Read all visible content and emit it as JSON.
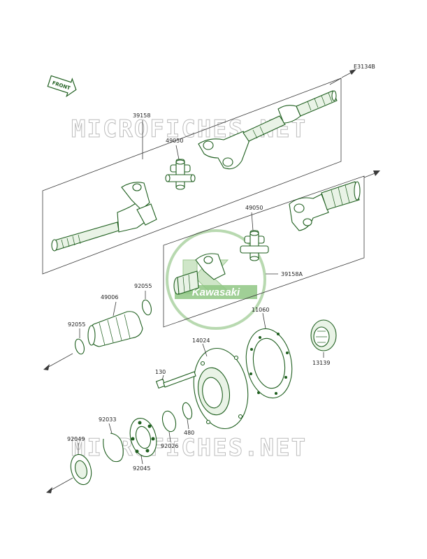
{
  "drawing_code": "E3134B",
  "front_label": "FRONT",
  "watermark_text": "MICROFICHES.NET",
  "logo_text": "Kawasaki",
  "colors": {
    "line_green": "#1f5f1f",
    "watermark_gray": "#bcbcbc",
    "logo_green": "#2e8b2e"
  },
  "callouts": {
    "p39158": "39158",
    "p49050_top": "49050",
    "p49050_mid": "49050",
    "p39158A": "39158A",
    "p92055_right": "92055",
    "p49006": "49006",
    "p92055_left": "92055",
    "p11060": "11060",
    "p14024": "14024",
    "p13139": "13139",
    "p130": "130",
    "p92033": "92033",
    "p92049": "92049",
    "p92026": "92026",
    "p480": "480",
    "p92045": "92045"
  }
}
